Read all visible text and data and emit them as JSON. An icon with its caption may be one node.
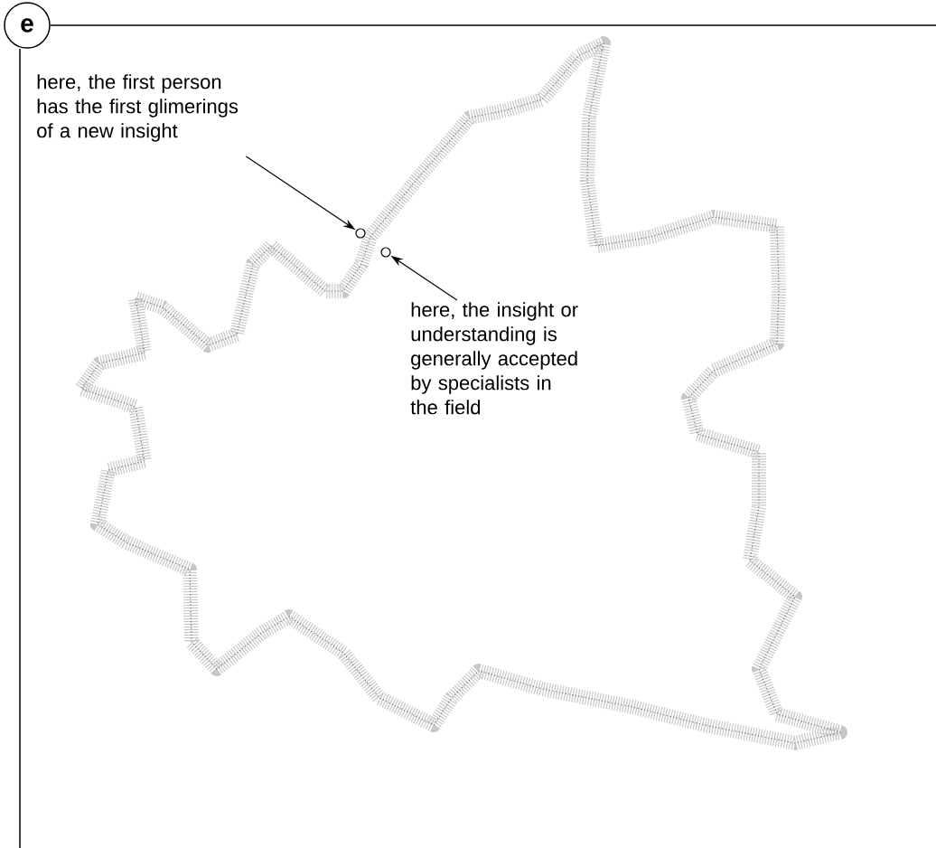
{
  "diagram": {
    "nodes": [
      {
        "text": [
          "e"
        ]
      },
      {
        "text": [
          "here, the first person has the first glimerings of a new insight"
        ]
      },
      {
        "text": [],
        "shape": "circle"
      },
      {
        "text": [],
        "shape": "circle"
      },
      {
        "text": [
          "here, the insight or understanding is generally accepted by specialists in the field"
        ]
      }
    ],
    "edges": [
      {
        "from": 1,
        "to": 2,
        "arrow": "to"
      },
      {
        "from": 4,
        "to": 3,
        "arrow": "to"
      }
    ]
  }
}
